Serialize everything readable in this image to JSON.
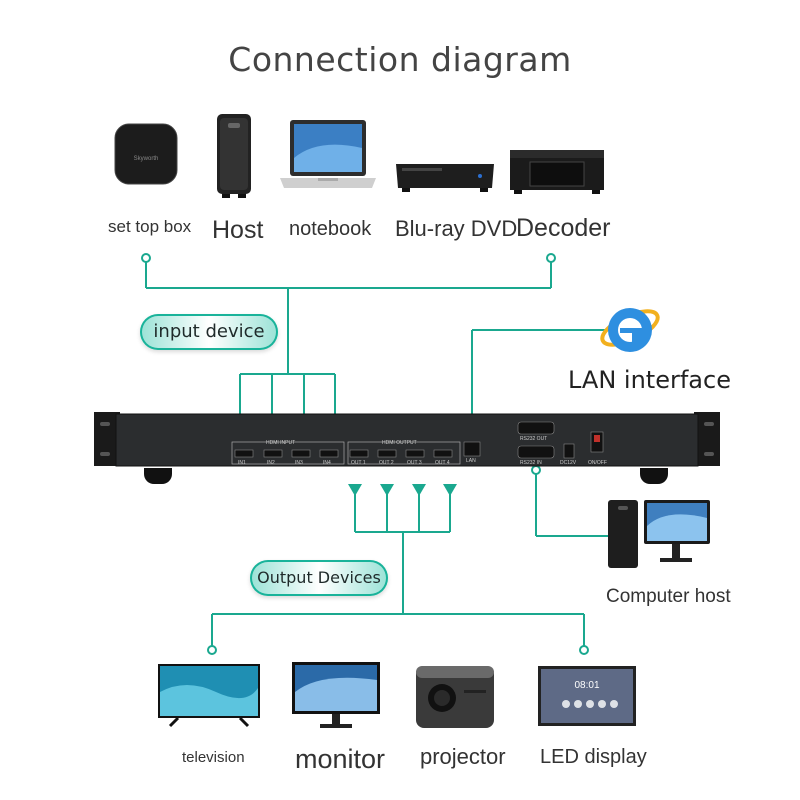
{
  "title": "Connection diagram",
  "input_label": "input device",
  "output_label": "Output Devices",
  "lan_label": "LAN interface",
  "computer_host_label": "Computer host",
  "input_devices": [
    {
      "label": "set top box",
      "icon": "set-top-box-icon"
    },
    {
      "label": "Host",
      "icon": "pc-tower-icon"
    },
    {
      "label": "notebook",
      "icon": "laptop-icon"
    },
    {
      "label": "Blu-ray DVD",
      "icon": "bluray-player-icon"
    },
    {
      "label": "Decoder",
      "icon": "decoder-icon"
    }
  ],
  "output_devices": [
    {
      "label": "television",
      "icon": "tv-icon"
    },
    {
      "label": "monitor",
      "icon": "monitor-icon"
    },
    {
      "label": "projector",
      "icon": "projector-icon"
    },
    {
      "label": "LED display",
      "icon": "led-display-icon"
    }
  ],
  "matrix": {
    "input_header": "HDMI INPUT",
    "output_header": "HDMI OUTPUT",
    "inputs": [
      "IN1",
      "IN2",
      "IN3",
      "IN4"
    ],
    "outputs": [
      "OUT 1",
      "OUT 2",
      "OUT 3",
      "OUT 4"
    ],
    "lan": "LAN",
    "rs232_out": "RS232 OUT",
    "rs232_in": "RS232 IN",
    "power": "DC12V",
    "switch": "ON/OFF"
  },
  "colors": {
    "line": "#1aa88f",
    "accent": "#19b39a"
  }
}
